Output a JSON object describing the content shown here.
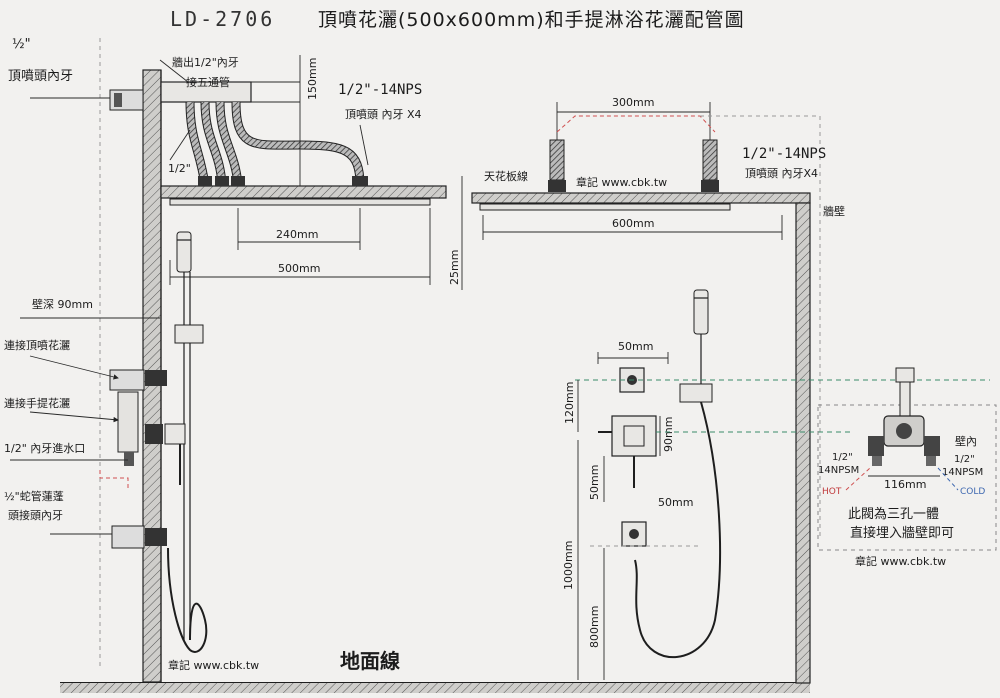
{
  "title": {
    "model": "LD-2706",
    "text": "頂噴花灑(500x600mm)和手提淋浴花灑配管圖"
  },
  "left_view": {
    "half_inch": "½\"",
    "top_female": "頂噴頭內牙",
    "wall_out": "牆出1/2\"內牙",
    "five_way": "接五通管",
    "dim_150": "150mm",
    "nps_label": "1/2\"-14NPS",
    "nps_sub": "頂噴頭   內牙  X4",
    "half_inch_hose": "1/2\"",
    "dim_240": "240mm",
    "dim_500": "500mm",
    "dim_25": "25mm",
    "wall_depth": "壁深 90mm",
    "connect_top": "連接頂噴花灑",
    "connect_hand": "連接手提花灑",
    "inlet": "1/2\" 內牙進水口",
    "hose_a": "½\"蛇管蓮蓬",
    "hose_b": "頭接頭內牙",
    "watermark": "章記 www.cbk.tw",
    "floor": "地面線"
  },
  "right_view": {
    "dim_300": "300mm",
    "nps_label": "1/2\"-14NPS",
    "nps_sub": "頂噴頭    內牙X4",
    "ceiling": "天花板線",
    "watermark_top": "章記 www.cbk.tw",
    "wall": "牆壁",
    "dim_600": "600mm",
    "dim_50_top": "50mm",
    "dim_120": "120mm",
    "dim_90": "90mm",
    "dim_50_mid": "50mm",
    "dim_50_low": "50mm",
    "dim_1000": "1000mm",
    "dim_800": "800mm"
  },
  "valve_detail": {
    "in_wall": "壁內",
    "left_half": "1/2\"",
    "left_nps": "14NPSM",
    "right_half": "1/2\"",
    "right_nps": "14NPSM",
    "hot": "HOT",
    "cold": "COLD",
    "dim_116": "116mm",
    "note_line1": "此閥為三孔一體",
    "note_line2": "直接埋入牆壁即可",
    "watermark": "章記 www.cbk.tw"
  },
  "colors": {
    "hot": "#c0393b",
    "cold": "#3e68b0",
    "line": "#1e1e1e",
    "background": "#f2f1ef"
  }
}
